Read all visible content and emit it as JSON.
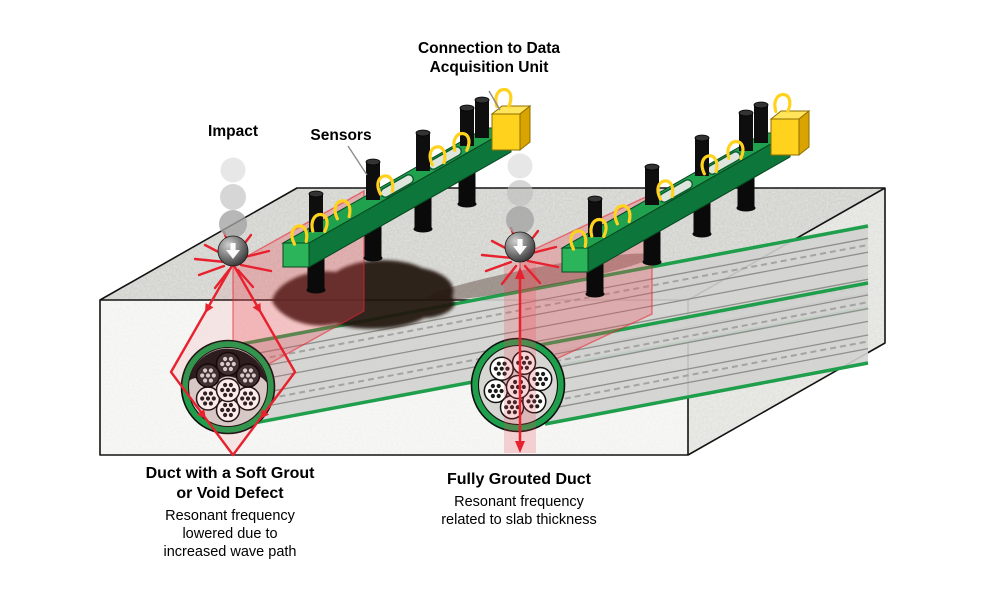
{
  "labels": {
    "connection": "Connection to Data\nAcquisition Unit",
    "impact": "Impact",
    "sensors": "Sensors",
    "left_duct_title": "Duct with a Soft Grout\nor Void Defect",
    "left_duct_body": "Resonant frequency\nlowered due to\nincreased wave path",
    "right_duct_title": "Fully Grouted Duct",
    "right_duct_body": "Resonant frequency\nrelated to slab thickness"
  },
  "colors": {
    "concrete": "#E4E4E0",
    "device_green": "#1FA14E",
    "device_green_dark": "#0D763A",
    "daq_yellow": "#FFD21E",
    "cable_yellow": "#FFD21E",
    "wave_red": "#E8212E",
    "duct_ring_green": "#1F9E4C",
    "sensor_black": "#0E0E0E",
    "void_black": "#181818",
    "strand_white": "#FDFDFB"
  }
}
